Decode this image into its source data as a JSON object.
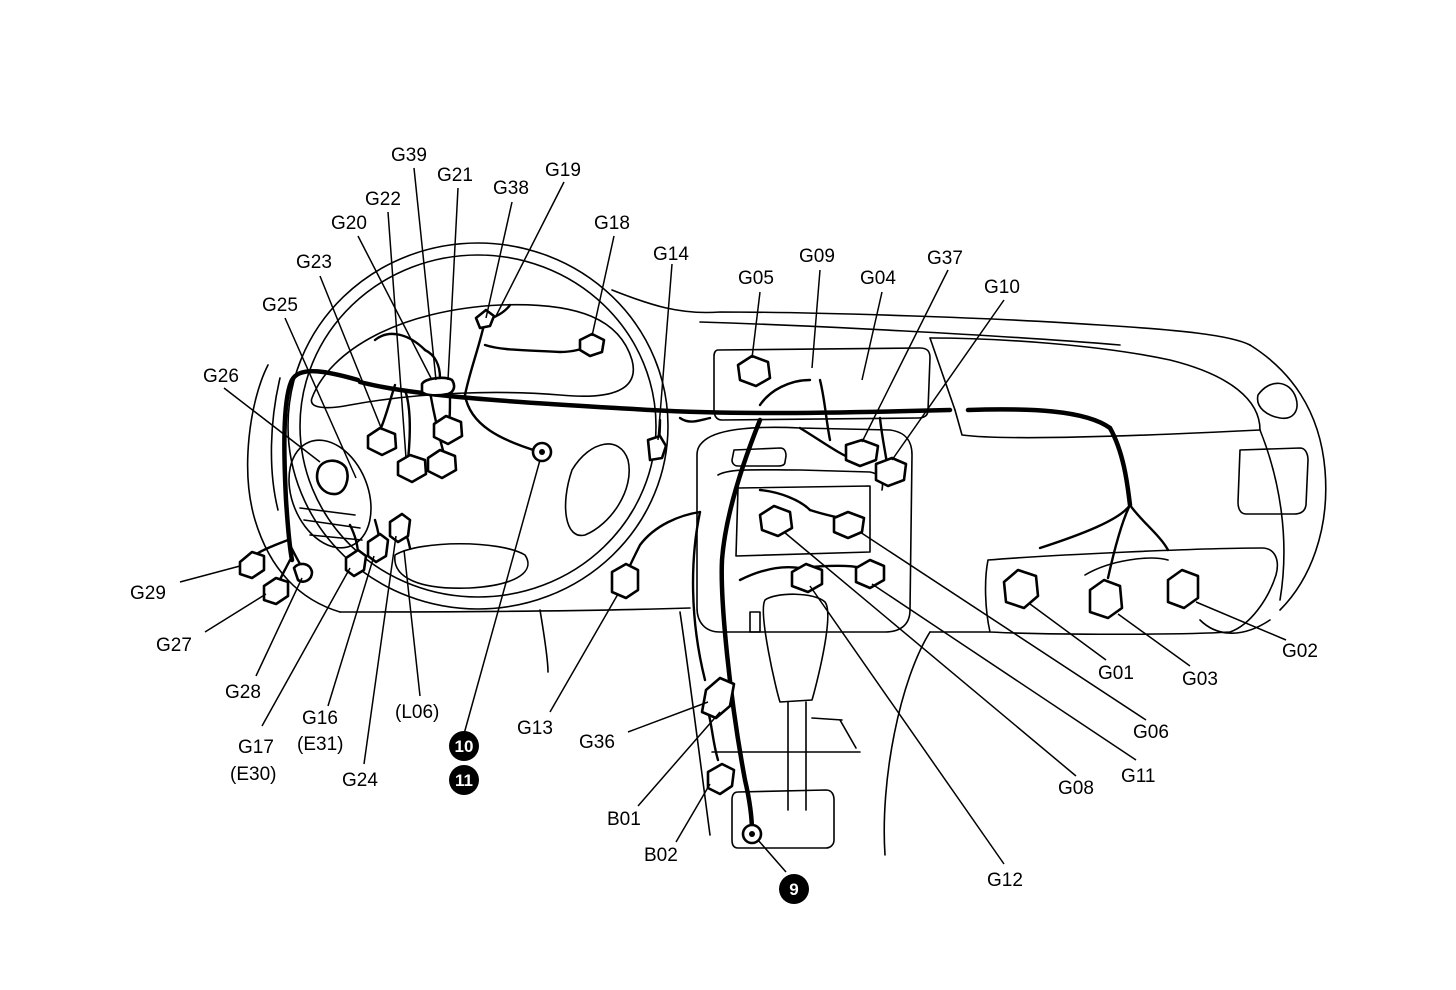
{
  "labels": {
    "G39": "G39",
    "G21": "G21",
    "G38": "G38",
    "G19": "G19",
    "G22": "G22",
    "G20": "G20",
    "G23": "G23",
    "G18": "G18",
    "G14": "G14",
    "G05": "G05",
    "G09": "G09",
    "G04": "G04",
    "G37": "G37",
    "G10": "G10",
    "G25": "G25",
    "G26": "G26",
    "G29": "G29",
    "G27": "G27",
    "G28": "G28",
    "G17": "G17",
    "E30": "(E30)",
    "G16": "G16",
    "E31": "(E31)",
    "G24": "G24",
    "L06": "(L06)",
    "G13": "G13",
    "G36": "G36",
    "B01": "B01",
    "B02": "B02",
    "G12": "G12",
    "G08": "G08",
    "G11": "G11",
    "G06": "G06",
    "G01": "G01",
    "G03": "G03",
    "G02": "G02"
  },
  "ground_points": {
    "p9": "9",
    "p10": "10",
    "p11": "11"
  }
}
